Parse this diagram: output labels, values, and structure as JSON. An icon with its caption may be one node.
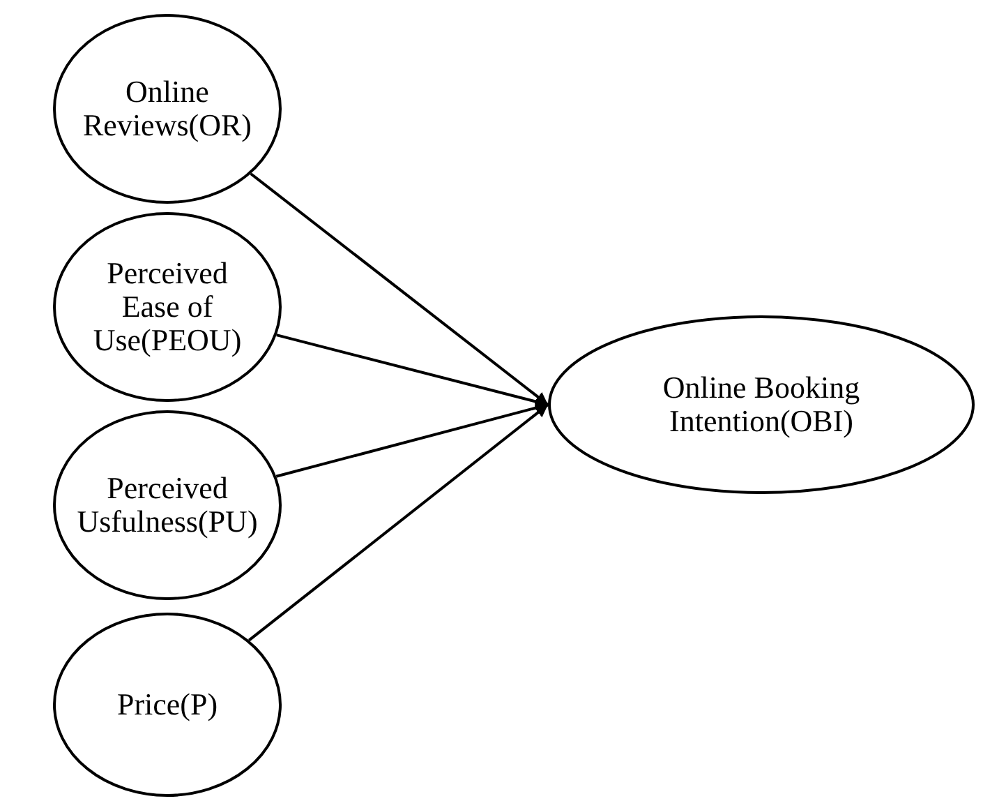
{
  "diagram": {
    "nodes": [
      {
        "text": [
          "Online Reviews(OR)"
        ]
      },
      {
        "text": [
          "Perceived Ease of Use(PEOU)"
        ]
      },
      {
        "text": [
          "Perceived Usfulness(PU)"
        ]
      },
      {
        "text": [
          "Price(P)"
        ]
      },
      {
        "text": [
          "Online Booking Intention(OBI)"
        ]
      }
    ],
    "edges": [
      {
        "from": 0,
        "to": 4,
        "arrow": "to"
      },
      {
        "from": 1,
        "to": 4,
        "arrow": "to"
      },
      {
        "from": 2,
        "to": 4,
        "arrow": "to"
      },
      {
        "from": 3,
        "to": 4,
        "arrow": "to"
      }
    ]
  }
}
